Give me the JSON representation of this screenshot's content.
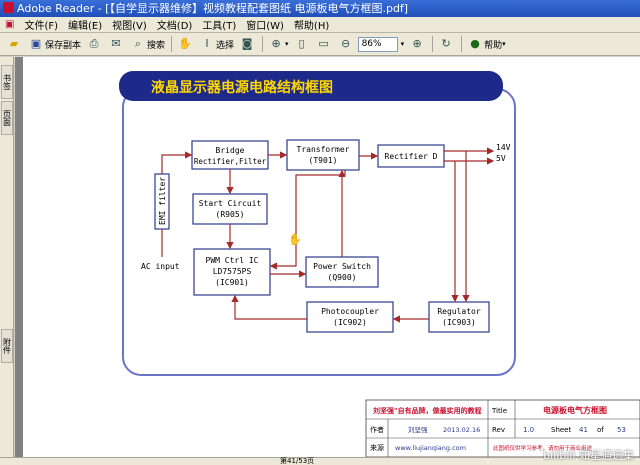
{
  "window": {
    "title": "Adobe Reader - [【自学显示器维修】视频教程配套图纸 电源板电气方框图.pdf]"
  },
  "menu": {
    "items": [
      "文件(F)",
      "编辑(E)",
      "视图(V)",
      "文档(D)",
      "工具(T)",
      "窗口(W)",
      "帮助(H)"
    ]
  },
  "toolbar": {
    "save_label": "保存副本",
    "search_label": "搜索",
    "select_label": "选择",
    "zoom_value": "86%",
    "help_label": "帮助"
  },
  "leftnav": {
    "tab_bookmarks": "书签",
    "tab_pages": "页面",
    "tab_notes": "附件"
  },
  "diagram": {
    "banner_title": "液晶显示器电源电路结构框图",
    "blocks": {
      "bridge": [
        "Bridge",
        "Rectifier,Filter"
      ],
      "transformer": [
        "Transformer",
        "(T901)"
      ],
      "rectifier": [
        "Rectifier D"
      ],
      "start": [
        "Start Circuit",
        "(R905)"
      ],
      "pwm": [
        "PWM Ctrl IC",
        "LD7575PS",
        "(IC901)"
      ],
      "switch": [
        "Power Switch",
        "(Q900)"
      ],
      "photo": [
        "Photocoupler",
        "(IC902)"
      ],
      "regulator": [
        "Regulator",
        "(IC903)"
      ],
      "emi": "EMI filter"
    },
    "labels": {
      "ac_input": "AC input",
      "out_14v": "14V",
      "out_5v": "5V"
    },
    "colors": {
      "arrow": "#a52a2a",
      "block_border": "#2b3a8c",
      "frame_border": "#6a74c8",
      "banner_bg": "#1e2a8a",
      "banner_text": "#ffd700"
    }
  },
  "titleblock": {
    "slogan": "刘坚强\"自有品牌，做最实用的教程",
    "title_label": "Title",
    "title_value": "电源板电气方框图",
    "author_label": "作者",
    "author_value": "刘坚强",
    "date_value": "2013.02.16",
    "rev_label": "Rev",
    "rev_value": "1.0",
    "sheet_label": "Sheet",
    "sheet_value": "41",
    "of_label": "of",
    "of_value": "53",
    "source_label": "来源",
    "source_value": "www.liujianqiang.com",
    "notice": "此图纸仅供学习参考，请勿用于商业用途"
  },
  "status": {
    "page_label": "第41/53页"
  },
  "watermark": "bilibili 知星通选集"
}
